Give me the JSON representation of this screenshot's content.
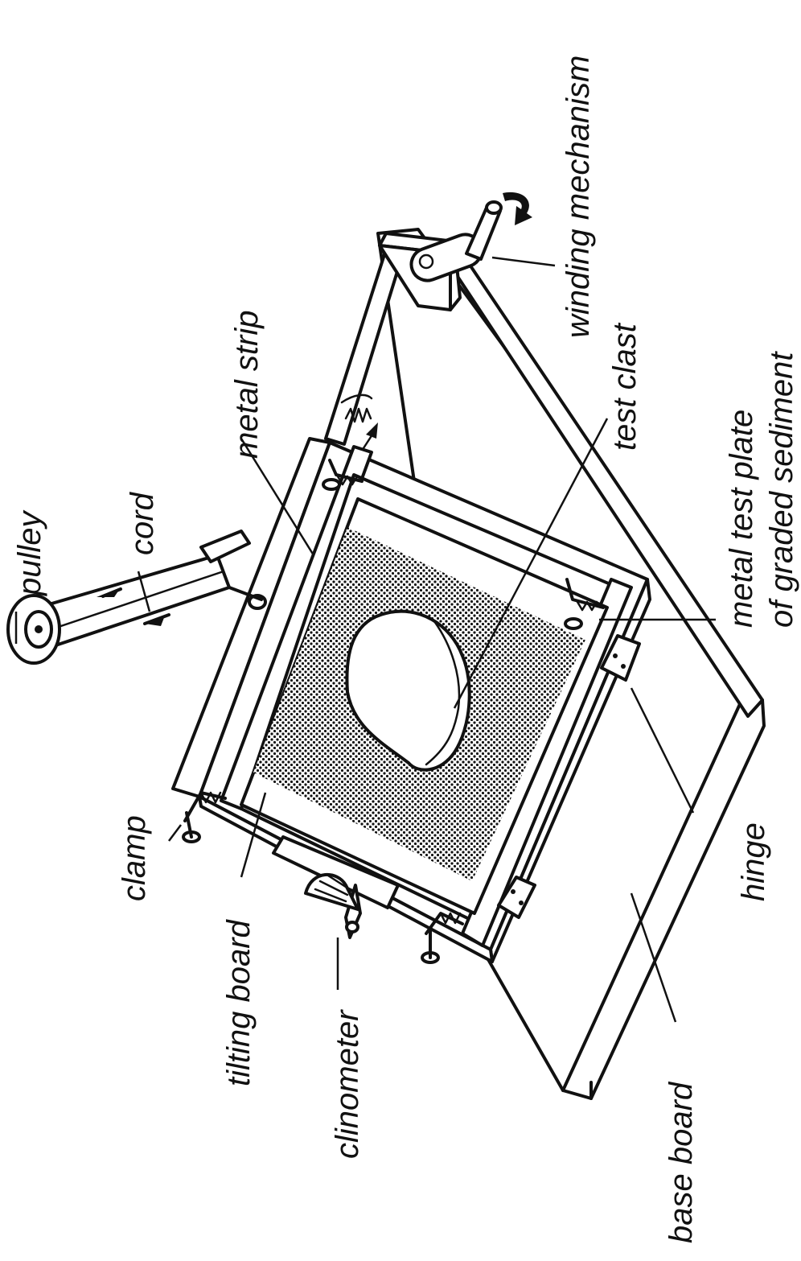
{
  "diagram": {
    "labels": {
      "winding_mechanism": "winding mechanism",
      "pulley": "pulley",
      "cord": "cord",
      "metal_strip": "metal strip",
      "test_clast": "test clast",
      "metal_test_plate_line1": "metal test plate",
      "metal_test_plate_line2": "of graded sediment",
      "clamp": "clamp",
      "hinge": "hinge",
      "tilting_board": "tilting board",
      "clinometer": "clinometer",
      "base_board": "base board"
    },
    "colors": {
      "ink": "#111111",
      "paper": "#ffffff"
    }
  }
}
